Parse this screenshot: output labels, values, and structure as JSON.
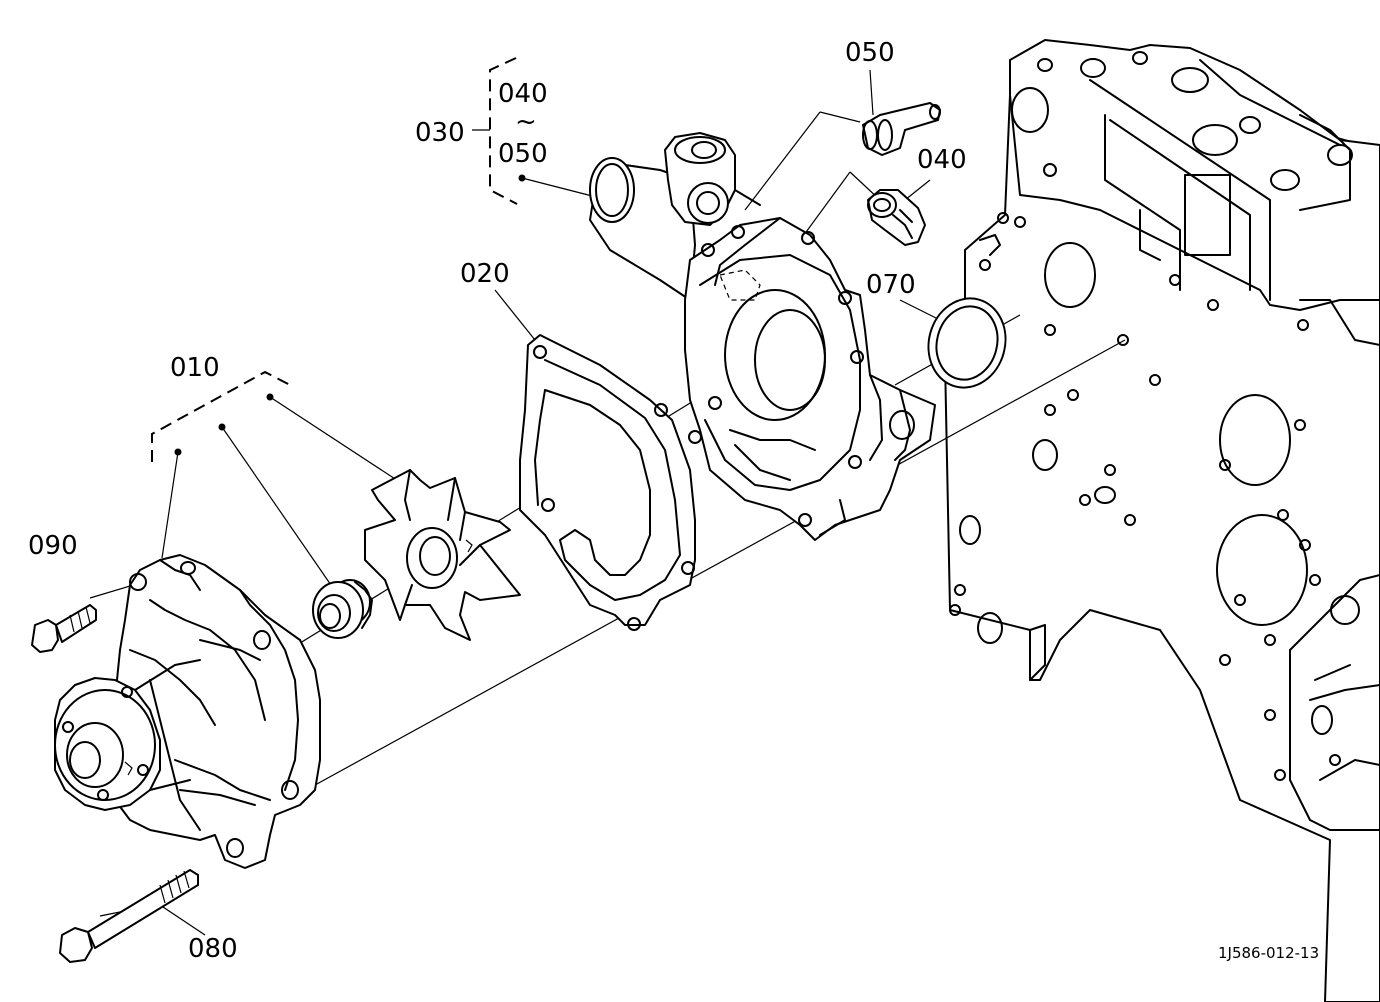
{
  "diagram": {
    "drawing_code": "1J586-012-13",
    "part_labels": {
      "p010": "010",
      "p020": "020",
      "p030": "030",
      "p040_group": "040",
      "p050_group": "050",
      "range_mark": "~",
      "p050": "050",
      "p040": "040",
      "p070": "070",
      "p080": "080",
      "p090": "090"
    }
  }
}
